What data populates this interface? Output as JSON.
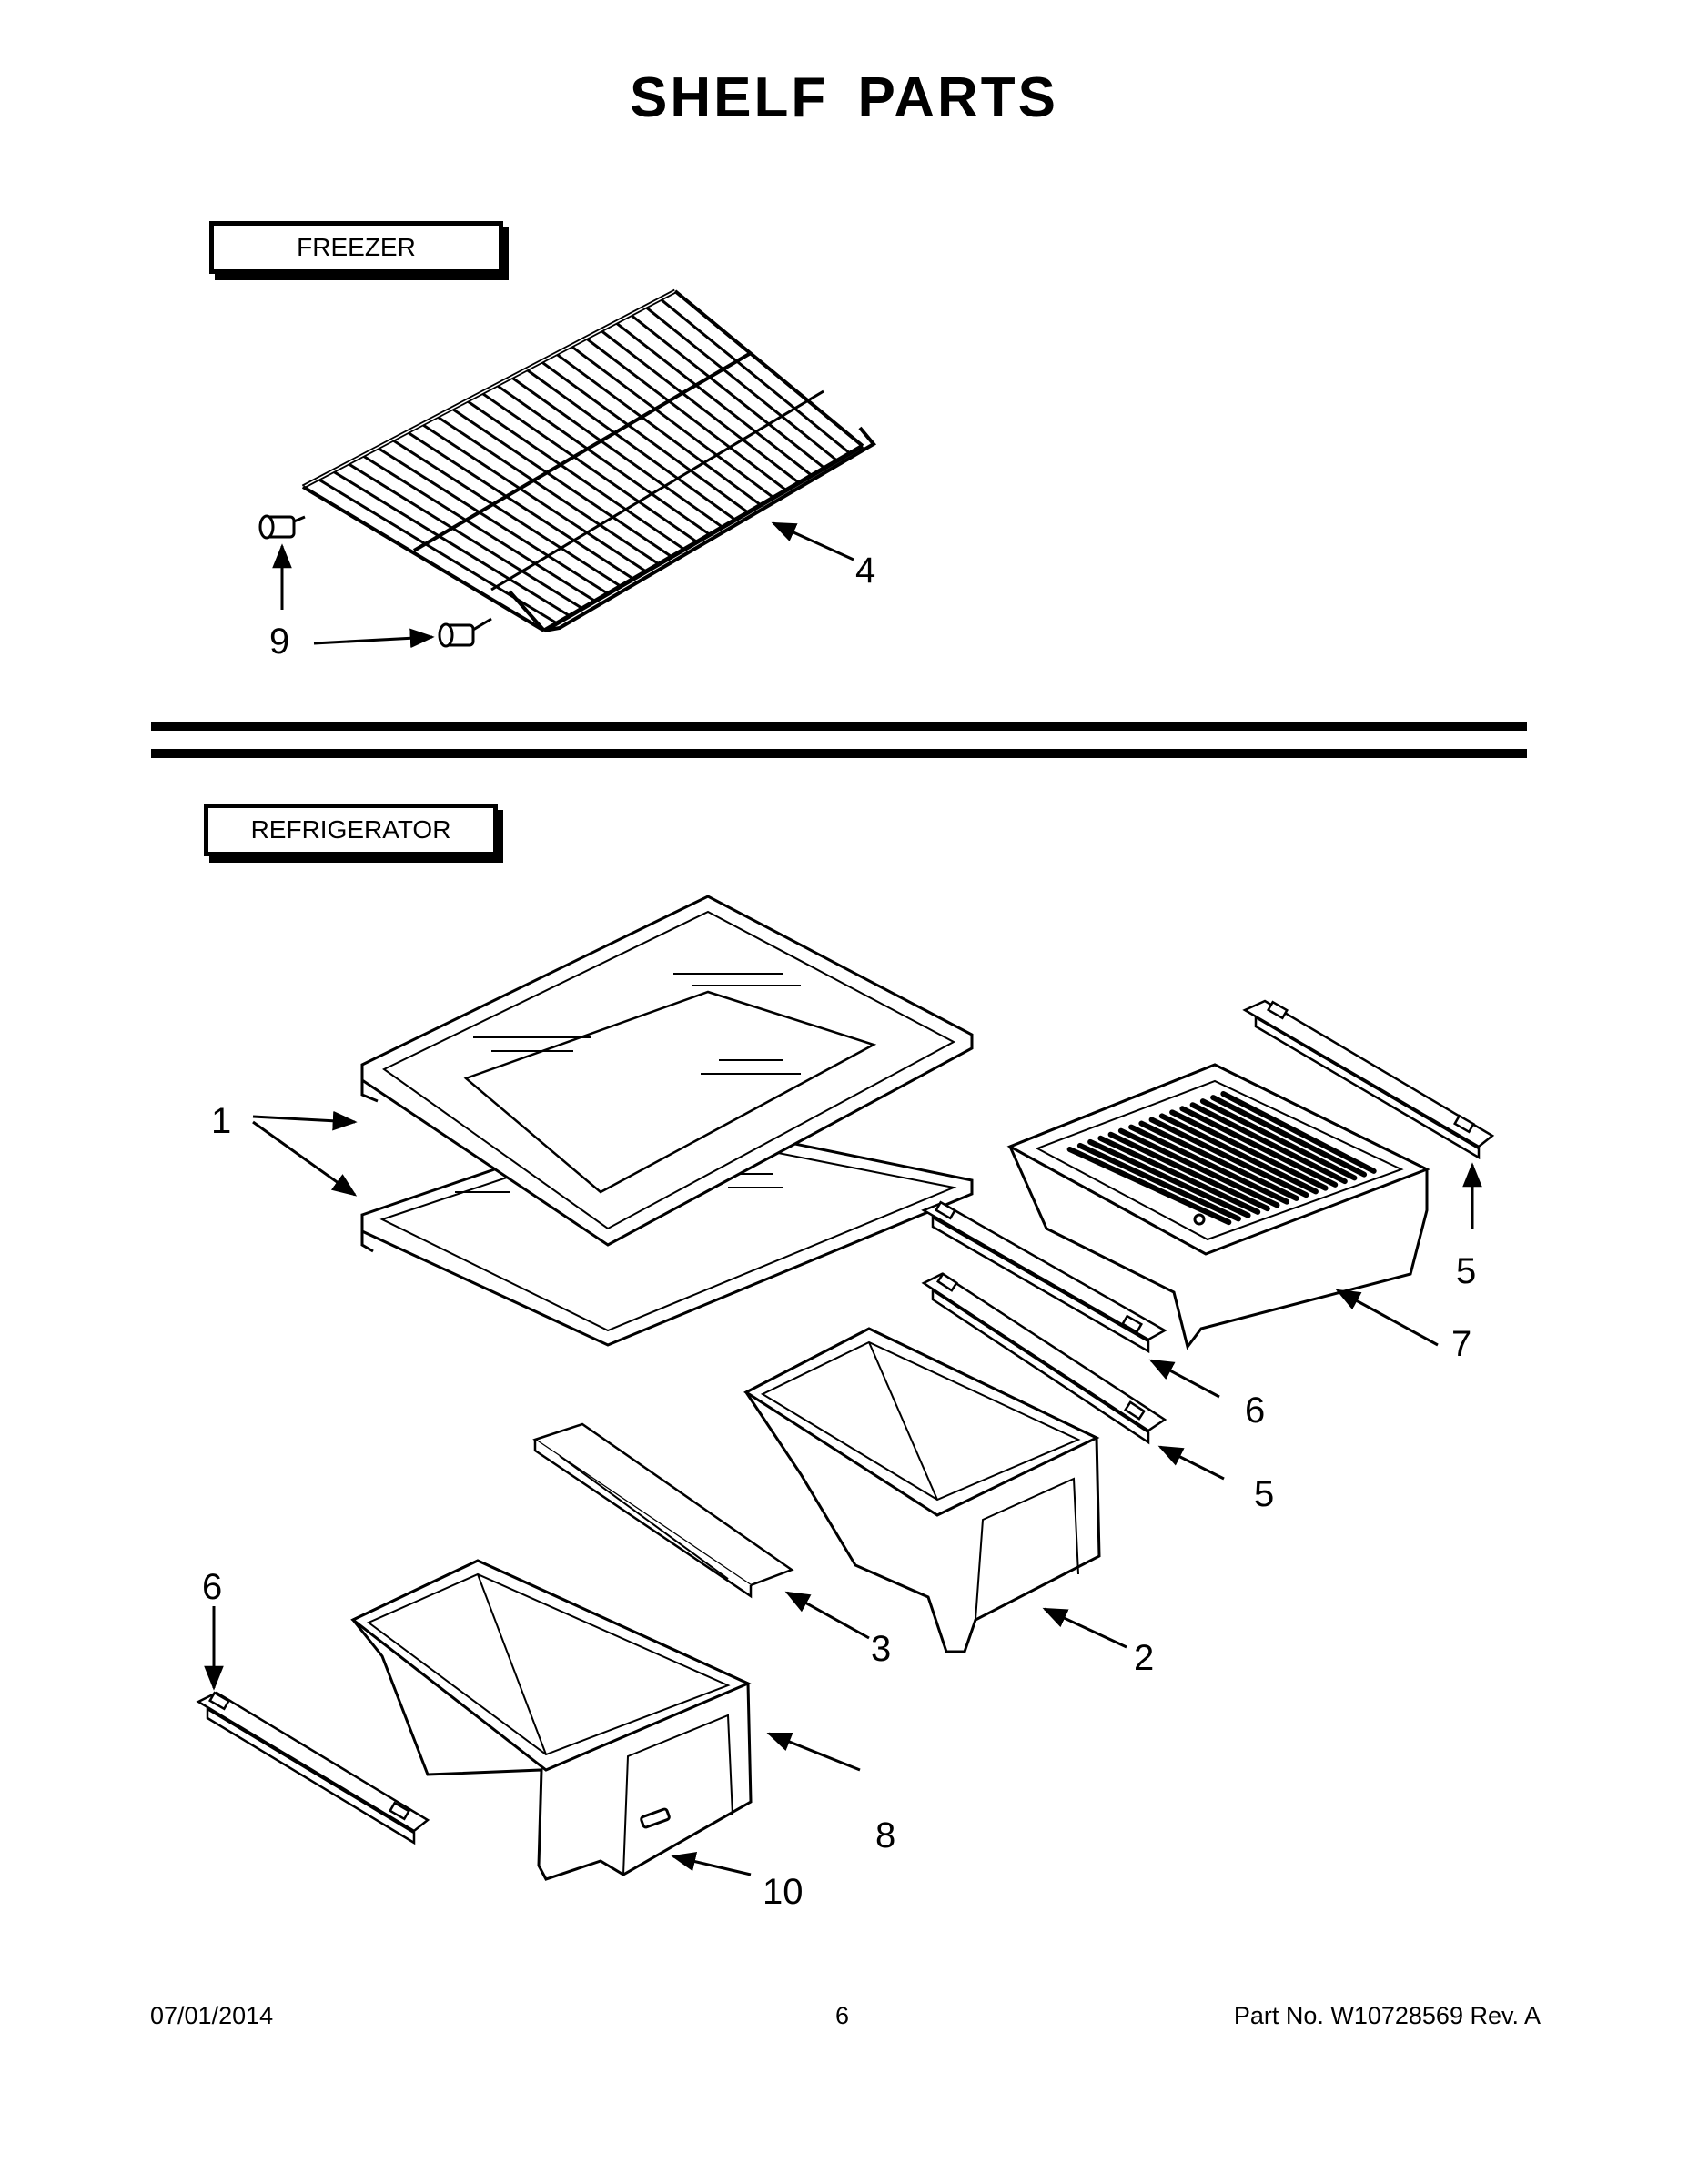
{
  "title": "SHELF PARTS",
  "sections": {
    "freezer": "FREEZER",
    "refrigerator": "REFRIGERATOR"
  },
  "callouts": {
    "freezer_shelf": "4",
    "shelf_bushing": "9",
    "glass_shelves": "1",
    "upper_slide_rail": "5",
    "upper_bin": "7",
    "mid_rail": "6",
    "mid_slide_rail": "5",
    "crisper_cover": "3",
    "crisper_right": "2",
    "left_rail": "6",
    "crisper_left": "8",
    "label_clip": "10"
  },
  "footer": {
    "date": "07/01/2014",
    "page": "6",
    "part_number": "Part No.  W10728569  Rev.  A"
  }
}
